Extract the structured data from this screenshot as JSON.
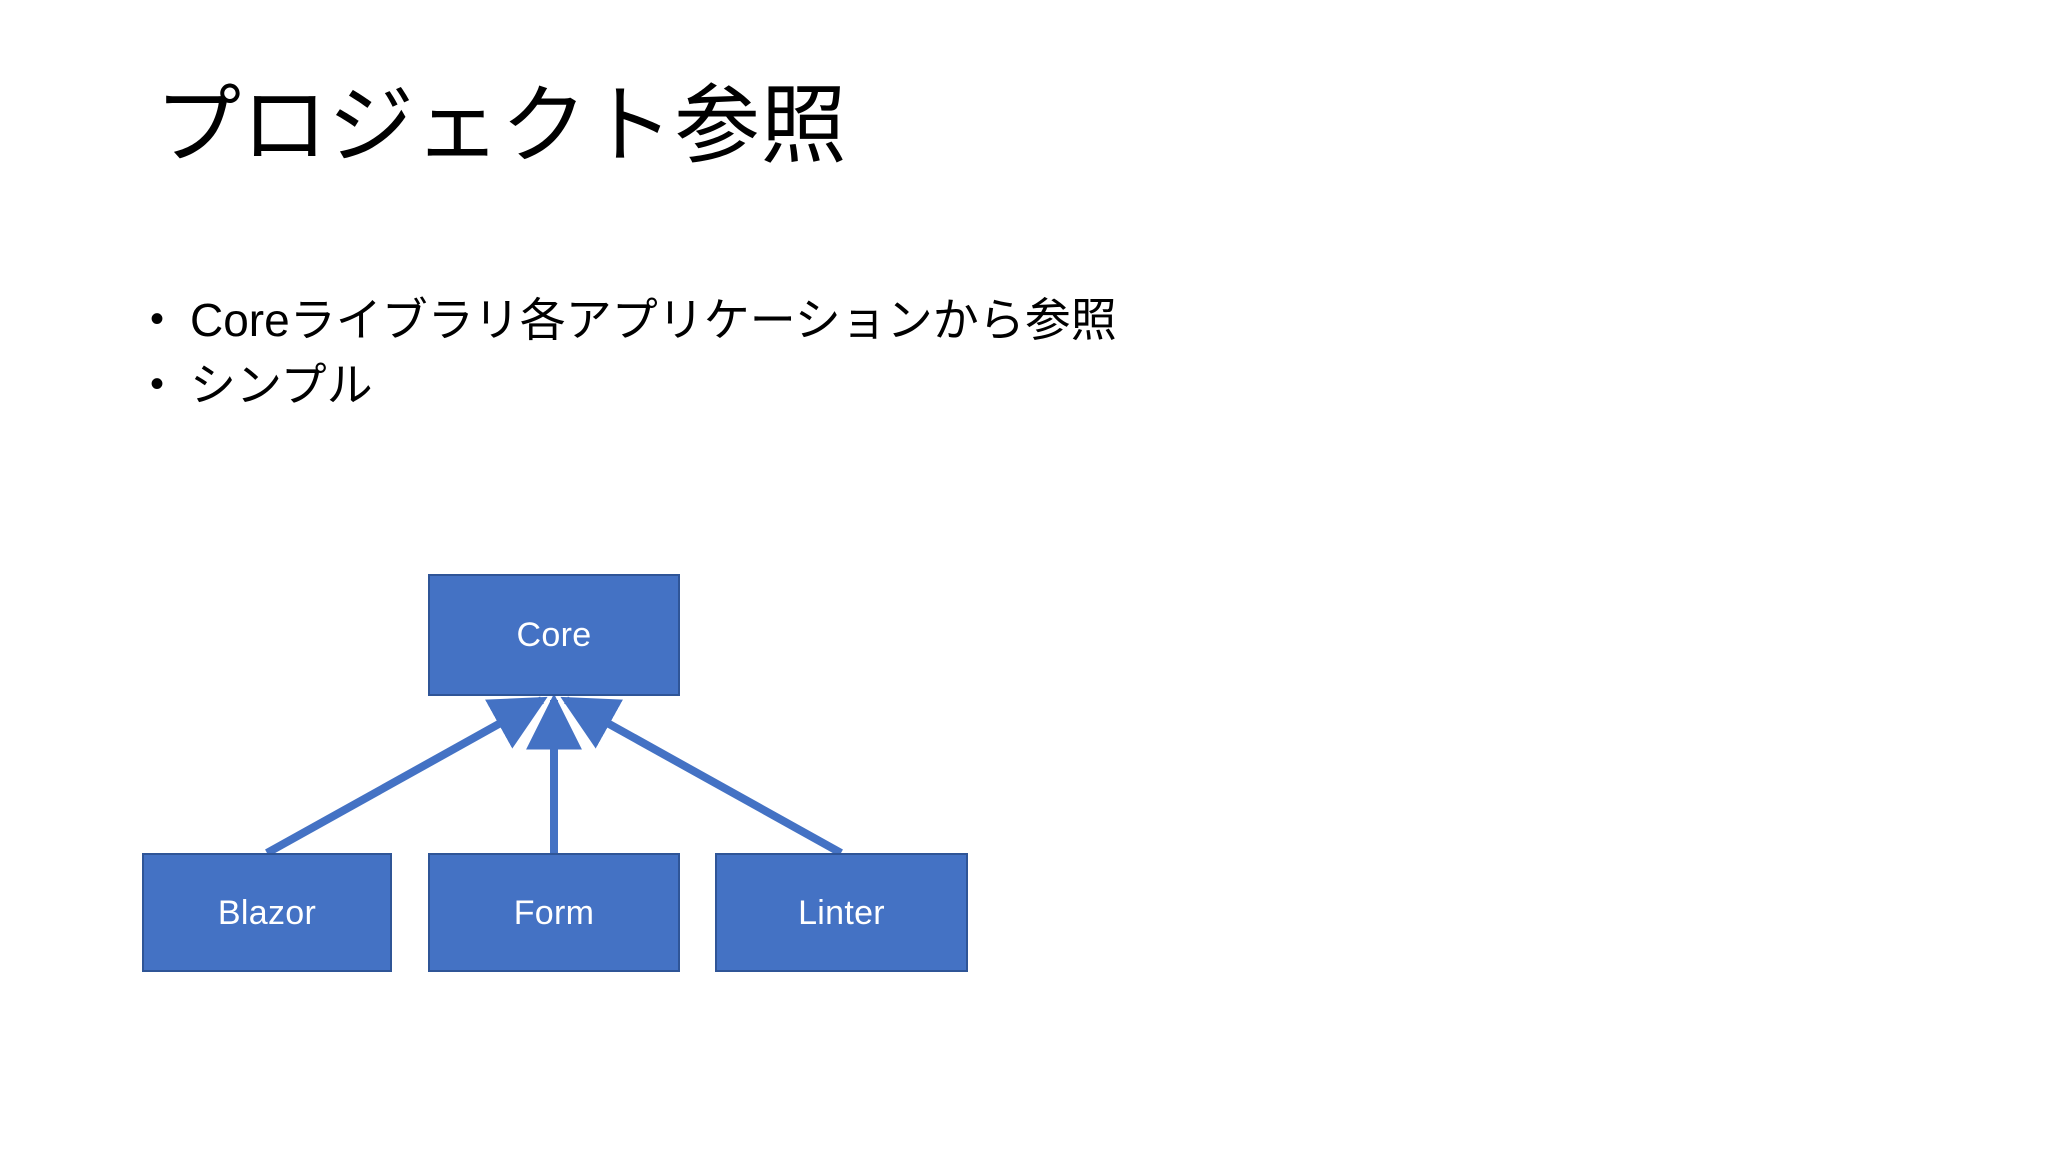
{
  "slide": {
    "title": "プロジェクト参照",
    "background_color": "#FFFFFF",
    "text_color": "#000000"
  },
  "bullets": {
    "marker": "•",
    "items": [
      {
        "text": "Coreライブラリ各アプリケーションから参照"
      },
      {
        "text": "シンプル"
      }
    ]
  },
  "diagram": {
    "type": "project-reference-graph",
    "fill_color": "#4472C4",
    "border_color": "#2F5597",
    "connector_color": "#4472C4",
    "label_color": "#FFFFFF",
    "nodes": [
      {
        "id": "core",
        "label": "Core"
      },
      {
        "id": "blazor",
        "label": "Blazor"
      },
      {
        "id": "form",
        "label": "Form"
      },
      {
        "id": "linter",
        "label": "Linter"
      }
    ],
    "edges": [
      {
        "from": "blazor",
        "to": "core",
        "arrow": "to"
      },
      {
        "from": "form",
        "to": "core",
        "arrow": "to"
      },
      {
        "from": "linter",
        "to": "core",
        "arrow": "to"
      }
    ]
  }
}
